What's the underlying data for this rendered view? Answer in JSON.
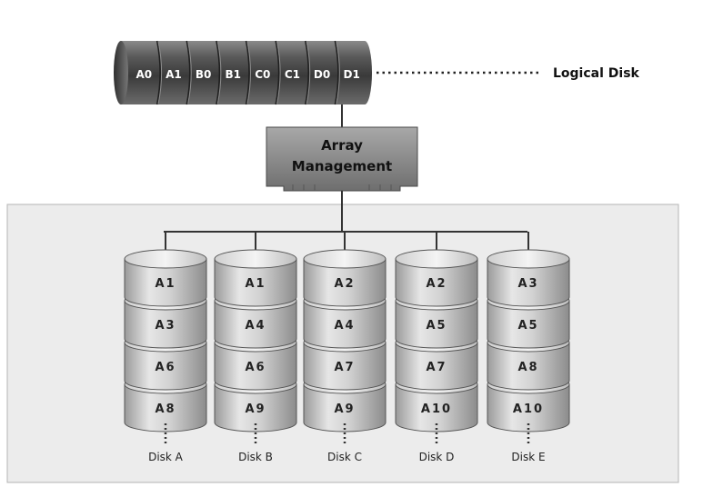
{
  "logical_disk": {
    "segments": [
      "A0",
      "A1",
      "B0",
      "B1",
      "C0",
      "C1",
      "D0",
      "D1"
    ],
    "label": "Logical Disk"
  },
  "array_management": {
    "line1": "Array",
    "line2": "Management"
  },
  "disks": [
    {
      "name": "Disk A",
      "blocks": [
        "A1",
        "A3",
        "A6",
        "A8"
      ]
    },
    {
      "name": "Disk B",
      "blocks": [
        "A1",
        "A4",
        "A6",
        "A9"
      ]
    },
    {
      "name": "Disk C",
      "blocks": [
        "A2",
        "A4",
        "A7",
        "A9"
      ]
    },
    {
      "name": "Disk D",
      "blocks": [
        "A2",
        "A5",
        "A7",
        "A10"
      ]
    },
    {
      "name": "Disk E",
      "blocks": [
        "A3",
        "A5",
        "A8",
        "A10"
      ]
    }
  ]
}
